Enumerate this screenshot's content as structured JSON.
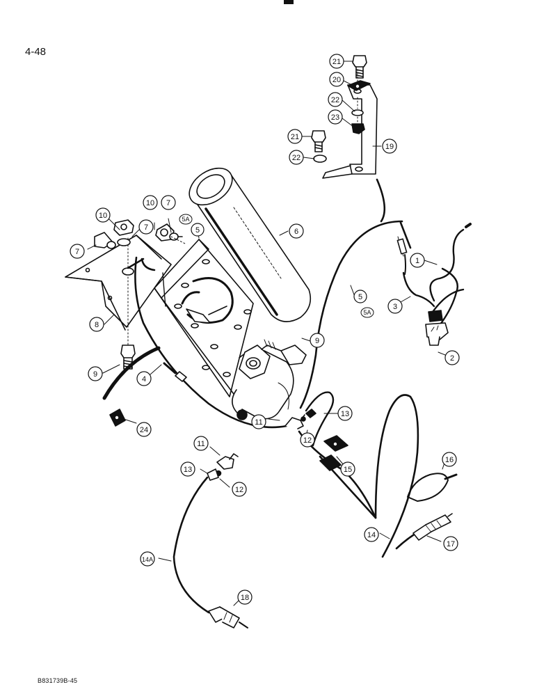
{
  "page_number": "4-48",
  "drawing_code": "B831739B-45",
  "callouts": {
    "c1": "1",
    "c2": "2",
    "c3": "3",
    "c4": "4",
    "c5a": "5",
    "c5b": "5",
    "c5a_label_a": "5A",
    "c5a_label_b": "5A",
    "c6": "6",
    "c7a": "7",
    "c7b": "7",
    "c7c": "7",
    "c8": "8",
    "c9a": "9",
    "c9b": "9",
    "c10a": "10",
    "c10b": "10",
    "c11a": "11",
    "c11b": "11",
    "c12a": "12",
    "c12b": "12",
    "c13a": "13",
    "c13b": "13",
    "c14": "14",
    "c14a": "14A",
    "c15": "15",
    "c16": "16",
    "c17": "17",
    "c18": "18",
    "c19": "19",
    "c20": "20",
    "c21a": "21",
    "c21b": "21",
    "c22a": "22",
    "c22b": "22",
    "c23": "23",
    "c24": "24"
  }
}
